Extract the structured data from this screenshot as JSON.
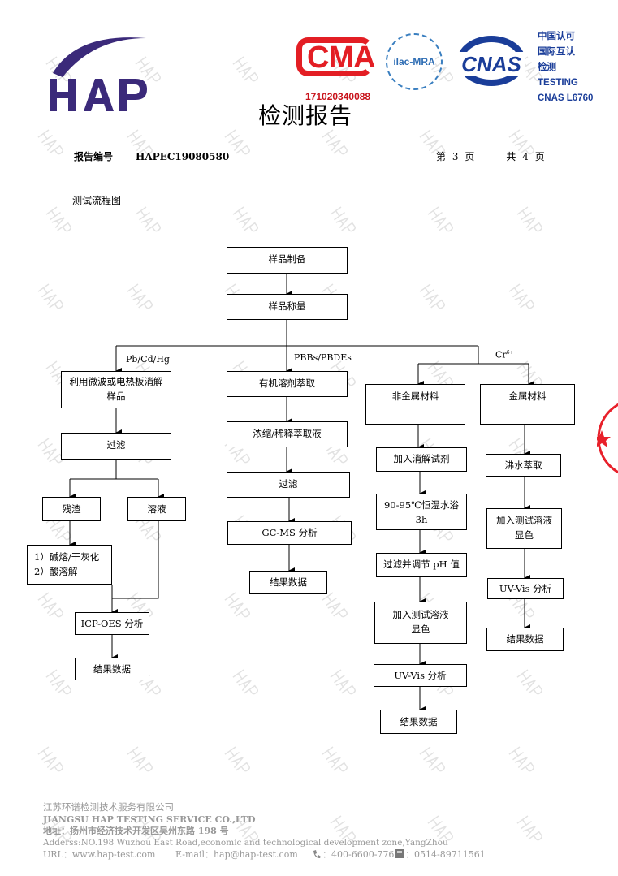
{
  "header": {
    "logo_text": "HAP",
    "cma_logo": "CMA",
    "ilac_logo": "ilac-MRA",
    "cnas_logo": "CNAS",
    "cma_number": "171020340088",
    "title": "检测报告",
    "accreditation_lines": [
      "中国认可",
      "国际互认",
      "检测",
      "TESTING",
      "CNAS L6760"
    ]
  },
  "report": {
    "number_label": "报告编号",
    "number": "HAPEC19080580",
    "page_prefix": "第",
    "page_current": "3",
    "page_mid": "页",
    "page_total_prefix": "共",
    "page_total": "4",
    "page_suffix": "页",
    "section_title": "测试流程图"
  },
  "flow": {
    "prep": "样品制备",
    "weigh": "样品称量",
    "branch_left": "Pb/Cd/Hg",
    "branch_mid": "PBBs/PBDEs",
    "branch_right": "Cr",
    "branch_right_sup": "6+",
    "left": {
      "digest_1": "利用微波或电热板消解",
      "digest_2": "样品",
      "filter": "过滤",
      "residue": "残渣",
      "solution": "溶液",
      "treat_1": "1）碱熔/干灰化",
      "treat_2": "2）酸溶解",
      "icp": "ICP-OES 分析",
      "result": "结果数据"
    },
    "mid": {
      "extract": "有机溶剂萃取",
      "concentrate": "浓缩/稀释萃取液",
      "filter": "过滤",
      "gcms": "GC-MS 分析",
      "result": "结果数据"
    },
    "nonmetal": {
      "title": "非金属材料",
      "reagent": "加入消解试剂",
      "bath_1": "90-95℃恒温水浴",
      "bath_2": "3h",
      "ph": "过滤并调节 pH 值",
      "color_1": "加入测试溶液",
      "color_2": "显色",
      "uv": "UV-Vis 分析",
      "result": "结果数据"
    },
    "metal": {
      "title": "金属材料",
      "boil": "沸水萃取",
      "color_1": "加入测试溶液",
      "color_2": "显色",
      "uv": "UV-Vis 分析",
      "result": "结果数据"
    }
  },
  "footer": {
    "company_cn": "江苏环谱检测技术服务有限公司",
    "company_en": "JIANGSU HAP TESTING SERVICE CO.,LTD",
    "address_cn": "地址：扬州市经济技术开发区吴州东路 198 号",
    "address_en": "Adderss:NO.198 Wuzhou East Road,economic and technological development zone,YangZhou",
    "url": "URL：www.hap-test.com",
    "email": "E-mail：hap@hap-test.com",
    "phone": "：400-6600-776",
    "fax": "：0514-89711561"
  },
  "colors": {
    "cma_red": "#e31e24",
    "cnas_blue": "#1a3d99",
    "hap_purple": "#3b2a7a",
    "stamp_red": "#e8202a"
  }
}
